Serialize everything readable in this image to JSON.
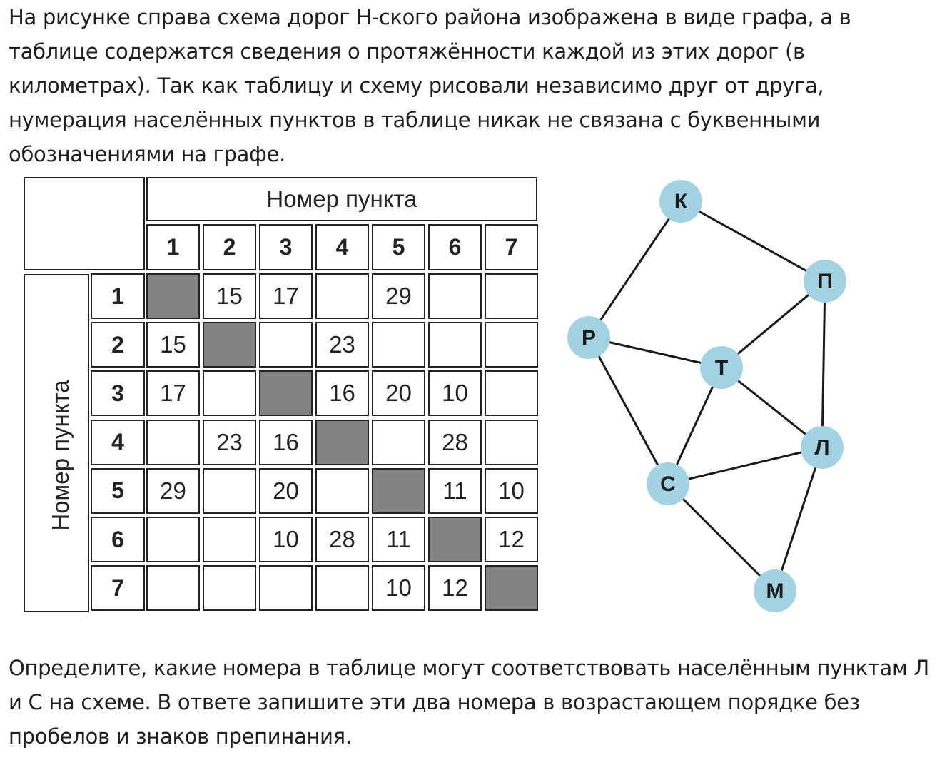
{
  "intro_text": "На рисунке справа схема дорог Н-ского района изображена в виде графа, а в таблице содержатся сведения о протяжённости каждой из этих дорог (в километрах). Так как таблицу и схему рисовали независимо друг от друга, нумерация населённых пунктов в таблице никак не связана с буквенными обозначениями на графе.",
  "question_text": "Определите, какие номера в таблице могут соответствовать населённым пунктам Л и С на схеме. В ответе запишите эти два номера в возрастающем порядке без пробелов и знаков препинания.",
  "table": {
    "column_title": "Номер пункта",
    "row_title": "Номер пункта",
    "headers": [
      "1",
      "2",
      "3",
      "4",
      "5",
      "6",
      "7"
    ],
    "rows": [
      [
        "",
        "15",
        "17",
        "",
        "29",
        "",
        ""
      ],
      [
        "15",
        "",
        "",
        "23",
        "",
        "",
        ""
      ],
      [
        "17",
        "",
        "",
        "16",
        "20",
        "10",
        ""
      ],
      [
        "",
        "23",
        "16",
        "",
        "",
        "28",
        ""
      ],
      [
        "29",
        "",
        "20",
        "",
        "",
        "11",
        "10"
      ],
      [
        "",
        "",
        "10",
        "28",
        "11",
        "",
        "12"
      ],
      [
        "",
        "",
        "",
        "",
        "10",
        "12",
        ""
      ]
    ],
    "diagonal_color": "#838383"
  },
  "graph": {
    "node_color": "#a3d2e3",
    "edge_color": "#1a1a1a",
    "nodes": [
      {
        "id": "K",
        "label": "К"
      },
      {
        "id": "P",
        "label": "П"
      },
      {
        "id": "R",
        "label": "Р"
      },
      {
        "id": "T",
        "label": "Т"
      },
      {
        "id": "L",
        "label": "Л"
      },
      {
        "id": "S",
        "label": "С"
      },
      {
        "id": "M",
        "label": "М"
      }
    ],
    "edges": [
      [
        "K",
        "P"
      ],
      [
        "K",
        "R"
      ],
      [
        "P",
        "T"
      ],
      [
        "P",
        "L"
      ],
      [
        "R",
        "T"
      ],
      [
        "R",
        "S"
      ],
      [
        "T",
        "S"
      ],
      [
        "T",
        "L"
      ],
      [
        "S",
        "L"
      ],
      [
        "S",
        "M"
      ],
      [
        "L",
        "M"
      ]
    ]
  }
}
